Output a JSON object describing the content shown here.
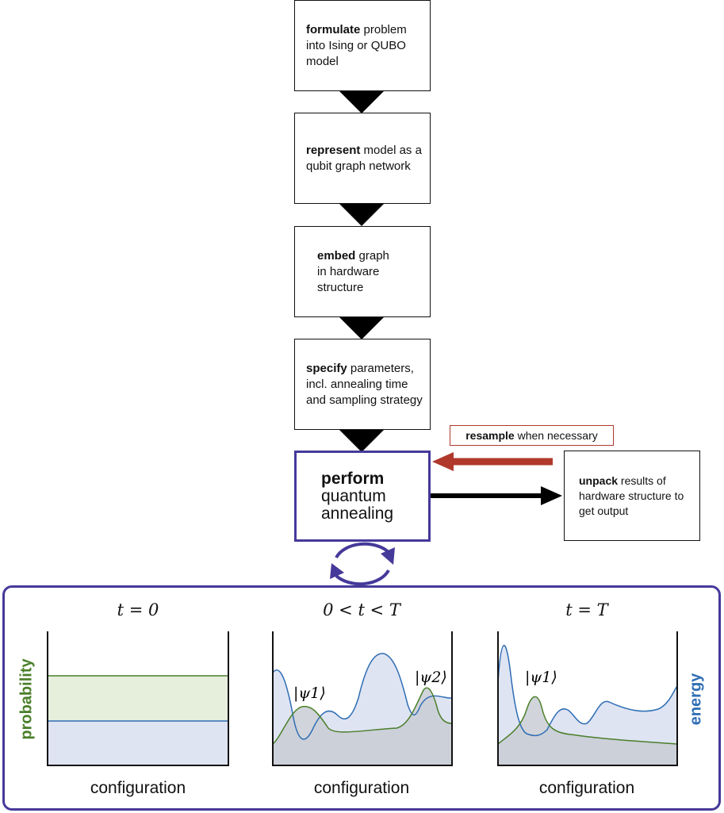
{
  "steps": [
    {
      "bold": "formulate",
      "rest": " problem into Ising or QUBO model"
    },
    {
      "bold": "represent",
      "rest": " model as a qubit graph network"
    },
    {
      "bold": "embed",
      "rest": " graph in hardware structure"
    },
    {
      "bold": "specify",
      "rest": " parameters, incl. annealing time and sampling strategy"
    }
  ],
  "perform": {
    "bold": "perform",
    "line2": "quantum",
    "line3": "annealing"
  },
  "resample": {
    "bold": "resample",
    "rest": " when necessary"
  },
  "unpack": {
    "bold": "unpack",
    "rest": " results of hardware structure to get output"
  },
  "panels": [
    {
      "title": "t = 0",
      "xlabel": "configuration"
    },
    {
      "title": "0 < t < T",
      "xlabel": "configuration",
      "labels": [
        "|ψ1⟩",
        "|ψ2⟩"
      ]
    },
    {
      "title": "t = T",
      "xlabel": "configuration",
      "labels": [
        "|ψ1⟩"
      ]
    }
  ],
  "axis_labels": {
    "left": "probability",
    "right": "energy"
  },
  "colors": {
    "probability": "#4a7f2a",
    "energy": "#2e6db4",
    "frame": "#45399a",
    "resample": "#b0392c"
  }
}
